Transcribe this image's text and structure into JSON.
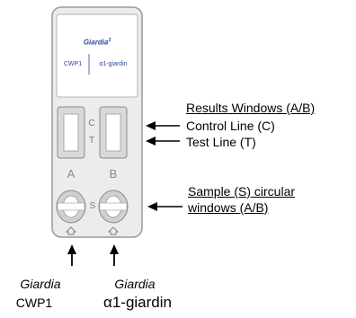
{
  "device": {
    "brand": "Giardia",
    "brand_sup": "3",
    "sample_labels": [
      "CWP1",
      "α1-giardin"
    ],
    "window_letters": [
      "C",
      "T"
    ],
    "channel_labels": [
      "A",
      "B"
    ],
    "sample_letter": "S"
  },
  "annotations": {
    "results_windows": "Results Windows (A/B)",
    "control_line": "Control Line (C)",
    "test_line": "Test Line (T)",
    "sample_line1": "Sample (S) circular",
    "sample_line2": "windows (A/B)"
  },
  "bottom_labels": [
    {
      "italic": "Giardia",
      "plain": "CWP1"
    },
    {
      "italic": "Giardia",
      "plain": "α1-giardin"
    }
  ],
  "colors": {
    "cassette_fill": "#ececec",
    "cassette_stroke": "#9a9a9a",
    "label_text": "#2a4aa0"
  }
}
